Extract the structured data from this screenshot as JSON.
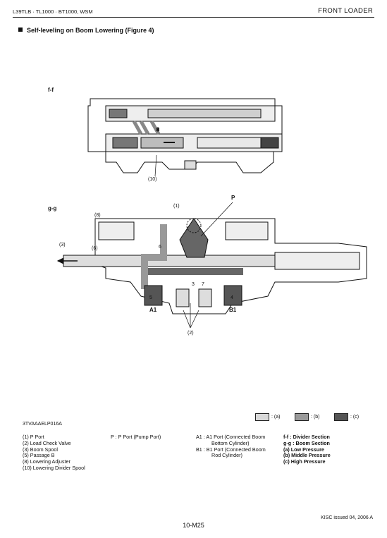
{
  "header": {
    "left": "L39TLB · TL1000 · BT1000, WSM",
    "right": "FRONT LOADER"
  },
  "section_title": "Self-leveling on Boom  Lowering (Figure 4)",
  "figure": {
    "section_ff": "f-f",
    "section_gg": "g-g",
    "label_10": "(10)",
    "label_1": "(1)",
    "label_p": "P",
    "label_8": "(8)",
    "label_3": "(3)",
    "label_6": "(6)",
    "label_2": "(2)",
    "label_a1": "A1",
    "label_b1": "B1",
    "port_num_5": "5",
    "port_num_4": "4",
    "inner_8": "8",
    "inner_6": "6",
    "inner_3": "3",
    "inner_7": "7",
    "id": "3TVAAAELP016A"
  },
  "legend": [
    {
      "label": ": (a)",
      "color": "#d9d9d9"
    },
    {
      "label": ": (b)",
      "color": "#9a9a9a"
    },
    {
      "label": ": (c)",
      "color": "#555555"
    }
  ],
  "parts": [
    "(1) P Port",
    "(2) Load Check Valve",
    "(3) Boom Spool",
    "(5) Passage B",
    "(8) Lowering Adjuster",
    "(10) Lowering Divider Spool"
  ],
  "ports_col2": [
    "P : P Port (Pump Port)"
  ],
  "ports_col3": [
    "A1 : A1 Port (Connected Boom",
    "Bottom Cylinder)",
    "B1 : B1 Port (Connected Boom",
    "Rod Cylinder)"
  ],
  "ports_col4": [
    "f-f : Divider Section",
    "g-g : Boom Section",
    "(a)  Low Pressure",
    "(b)  Middle Pressure",
    "(c)  High Pressure"
  ],
  "footer": {
    "issue": "KISC issued 04, 2006 A",
    "page": "10-M25"
  }
}
